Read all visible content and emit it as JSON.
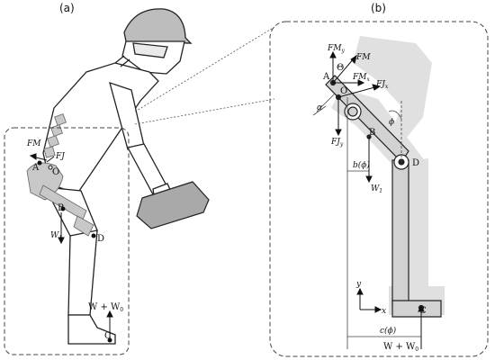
{
  "panels": {
    "a": "(a)",
    "b": "(b)"
  },
  "figure_a": {
    "labels": {
      "fm": "FM",
      "fj": "FJ",
      "a": "A",
      "o": "O",
      "b": "B",
      "w1": "W",
      "w1_sub": "1",
      "d": "D",
      "c": "C",
      "w_total": "W + W",
      "w_total_sub": "0"
    }
  },
  "figure_b": {
    "labels": {
      "fmy": "FM",
      "fmy_sub": "y",
      "fm": "FM",
      "theta": "Θ",
      "a": "A",
      "fmx": "FM",
      "fmx_sub": "x",
      "fjx": "FJ",
      "fjx_sub": "x",
      "o": "O",
      "alpha": "α",
      "phi": "ϕ",
      "fjy": "FJ",
      "fjy_sub": "y",
      "b": "B",
      "b_phi": "b(ϕ)",
      "d": "D",
      "w1": "W",
      "w1_sub": "1",
      "axis_y": "y",
      "axis_x": "x",
      "c": "C",
      "c_phi": "c(ϕ)",
      "w_total": "W + W",
      "w_total_sub": "0"
    }
  },
  "colors": {
    "skin_gray": "#d9d9d9",
    "device_gray": "#c8c8c8",
    "dark_gray": "#9a9a9a",
    "line": "#222222"
  }
}
